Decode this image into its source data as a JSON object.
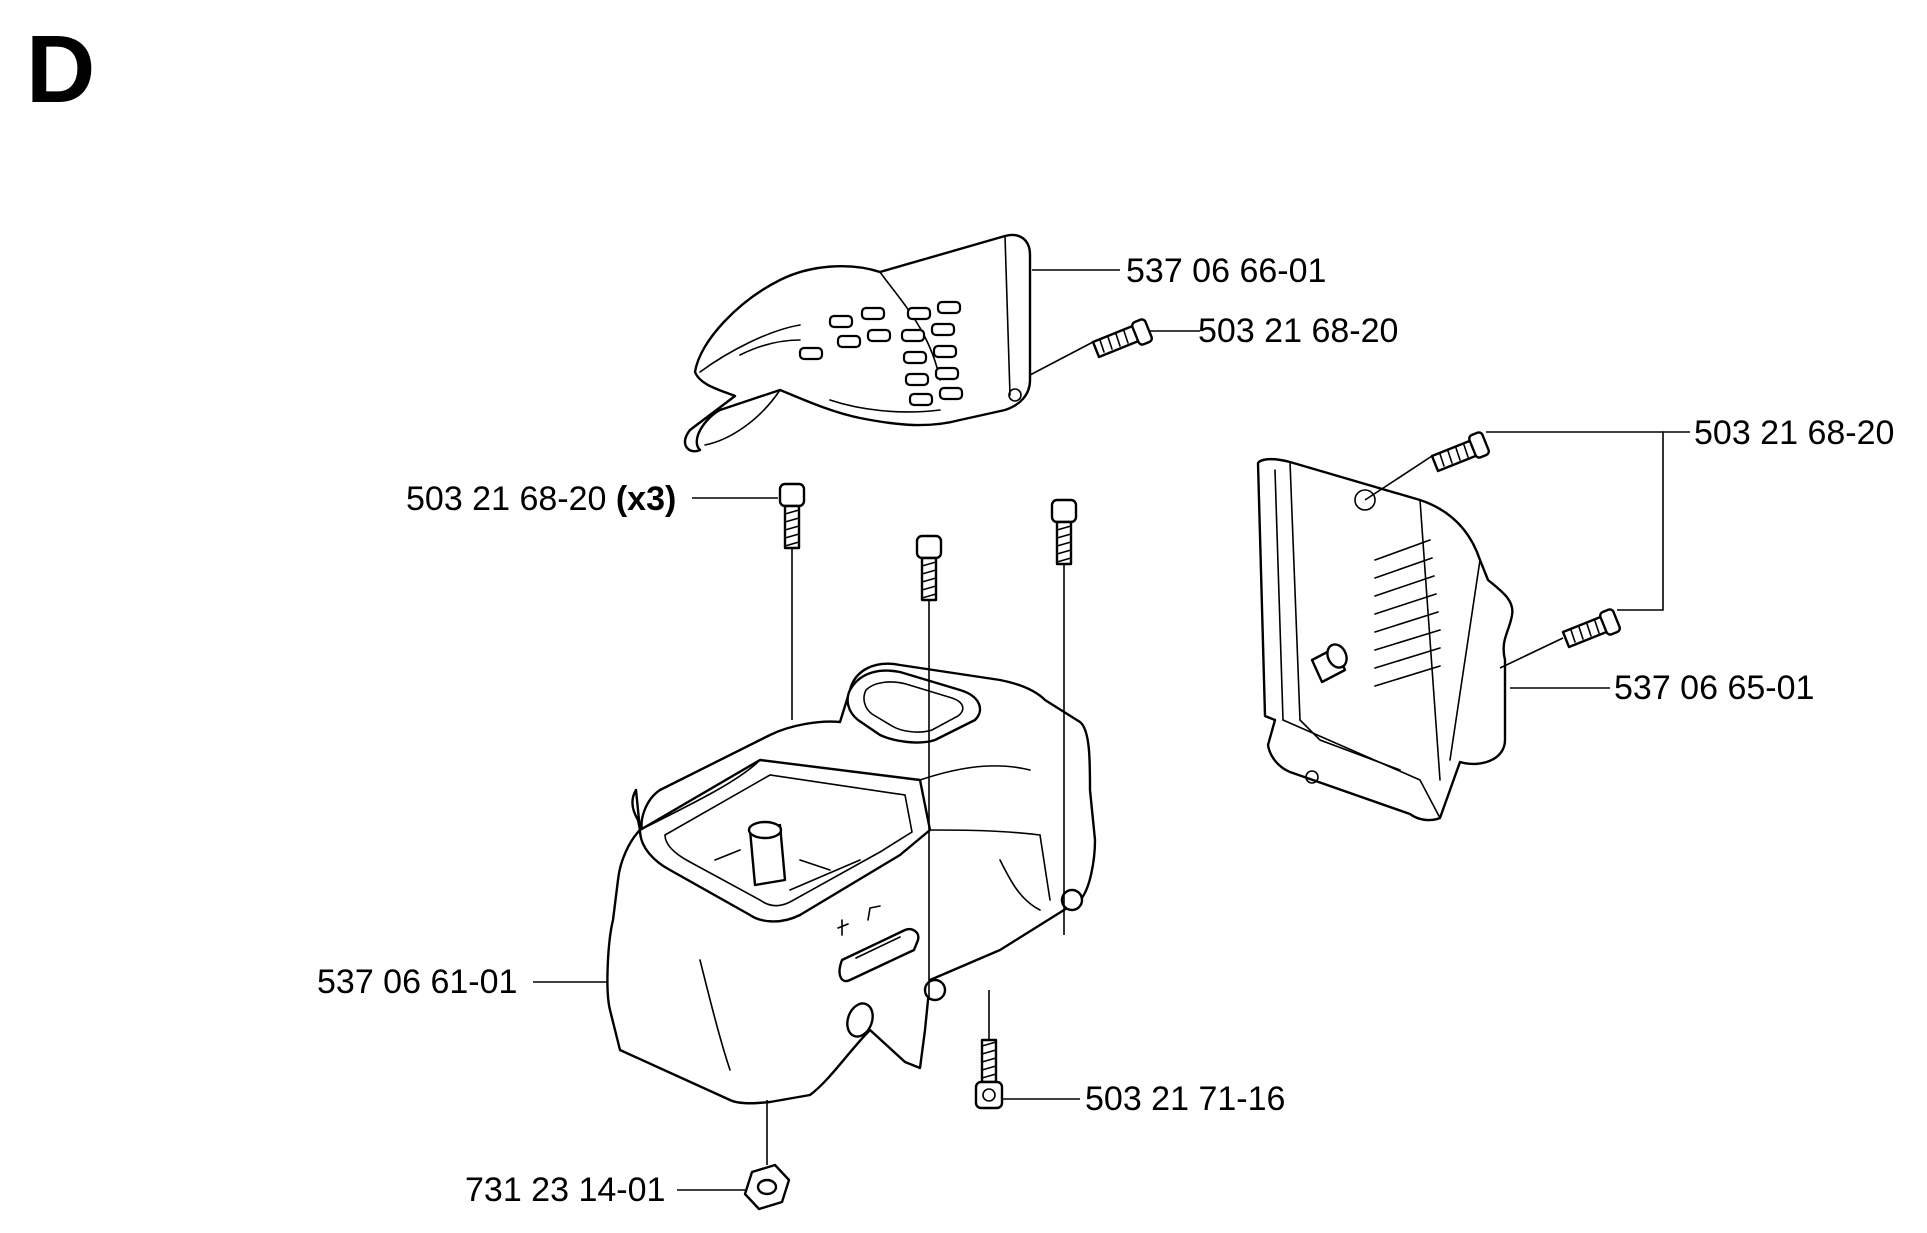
{
  "diagram": {
    "section_letter": "D",
    "callouts": [
      {
        "id": "c1",
        "part_number": "537 06 66-01",
        "qty": ""
      },
      {
        "id": "c2",
        "part_number": "503 21 68-20",
        "qty": ""
      },
      {
        "id": "c3",
        "part_number": "503 21 68-20",
        "qty": ""
      },
      {
        "id": "c4",
        "part_number": "503 21 68-20",
        "qty": "(x3)"
      },
      {
        "id": "c5",
        "part_number": "537 06 65-01",
        "qty": ""
      },
      {
        "id": "c6",
        "part_number": "537 06 61-01",
        "qty": ""
      },
      {
        "id": "c7",
        "part_number": "503 21 71-16",
        "qty": ""
      },
      {
        "id": "c8",
        "part_number": "731 23 14-01",
        "qty": ""
      }
    ]
  }
}
